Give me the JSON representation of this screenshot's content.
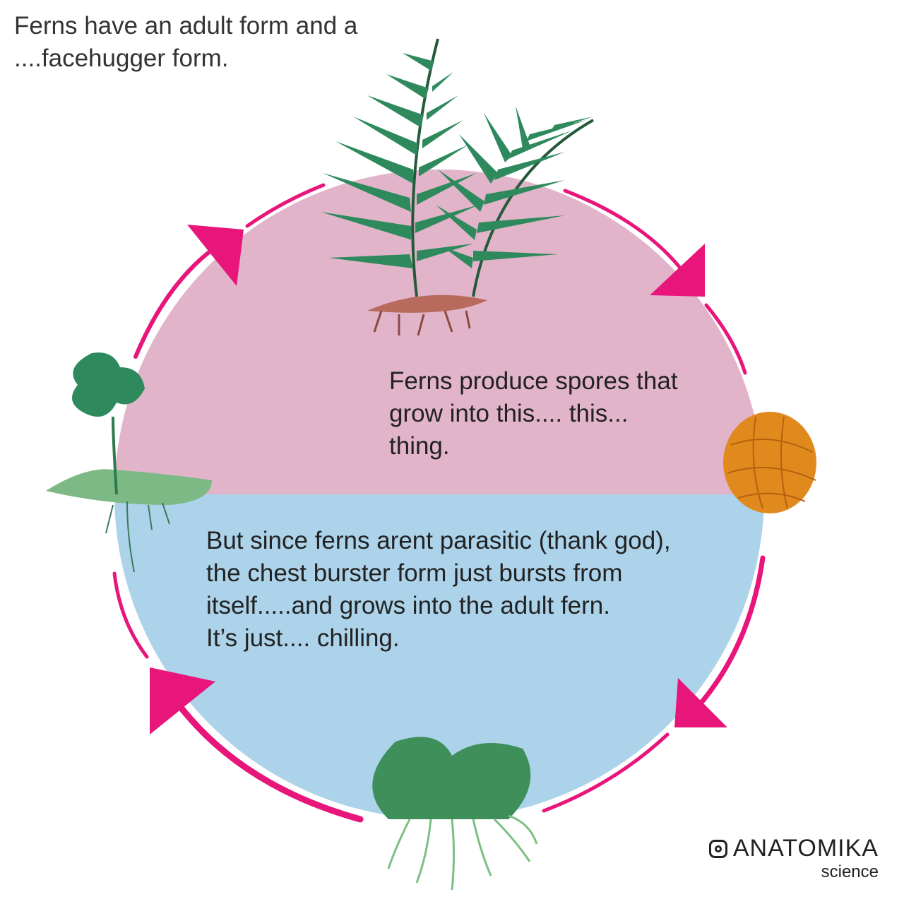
{
  "title": "Ferns have an adult form and a ....facehugger form.",
  "captions": {
    "spores": [
      "Ferns produce spores that",
      "grow into this.... this...",
      "thing."
    ],
    "growth": [
      "But since ferns arent parasitic (thank god),",
      "the chest burster form just bursts from",
      "itself.....and grows into the adult fern.",
      "It’s just.... chilling."
    ]
  },
  "brand": {
    "name": "ANATOMIKA",
    "sub": "science",
    "icon": "instagram-icon"
  },
  "colors": {
    "top_half": "#e2b4ca",
    "bottom_half": "#acd3ea",
    "arrow": "#e8157a",
    "fern": "#2e8a5c",
    "spore": "#e08a1e"
  }
}
